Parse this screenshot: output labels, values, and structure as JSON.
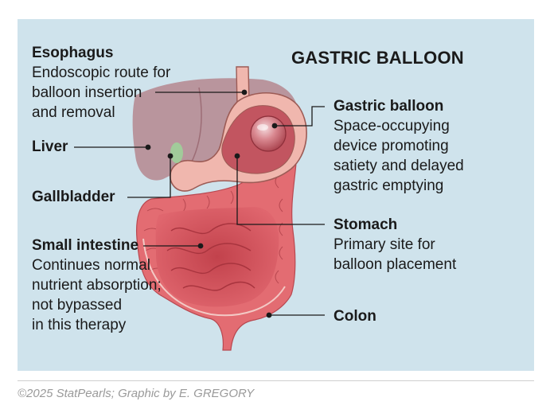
{
  "title": "GASTRIC BALLOON",
  "labels": {
    "esophagus": {
      "name": "Esophagus",
      "desc": [
        "Endoscopic route for",
        "balloon insertion",
        "and removal"
      ]
    },
    "liver": {
      "name": "Liver"
    },
    "gallbladder": {
      "name": "Gallbladder"
    },
    "small_intestine": {
      "name": "Small intestine",
      "desc": [
        "Continues normal",
        "nutrient absorption;",
        "not bypassed",
        "in this therapy"
      ]
    },
    "gastric_balloon": {
      "name": "Gastric balloon",
      "desc": [
        "Space-occupying",
        "device promoting",
        "satiety and delayed",
        "gastric emptying"
      ]
    },
    "stomach": {
      "name": "Stomach",
      "desc": [
        "Primary site for",
        "balloon placement"
      ]
    },
    "colon": {
      "name": "Colon"
    }
  },
  "credit": "©2025 StatPearls; Graphic by E. GREGORY",
  "colors": {
    "background_panel": "#cfe3ec",
    "liver": "#b5878f",
    "intestine": "#d9535c",
    "stomach": "#f0b7ae",
    "balloon": "#c25560",
    "leader_line": "#1a1a1a"
  }
}
